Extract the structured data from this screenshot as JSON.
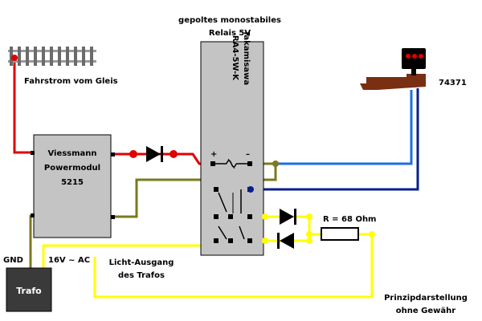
{
  "relay_title": {
    "line1": "gepoltes monostabiles",
    "line2": "Relais 5V"
  },
  "relay_part": {
    "line1": "Takamisawa",
    "line2": "RA4-5W-K"
  },
  "relay_plus": "+",
  "relay_minus": "–",
  "track_label": "Fahrstrom vom Gleis",
  "module": {
    "line1": "Viessmann",
    "line2": "Powermodul",
    "line3": "5215"
  },
  "signal_label": "74371",
  "resistor_label": "R = 68 Ohm",
  "gnd_label": "GND",
  "ac_label": "16V ~ AC",
  "light_output": {
    "line1": "Licht-Ausgang",
    "line2": "des Trafos"
  },
  "trafo_label": "Trafo",
  "principle": {
    "line1": "Prinzipdarstellung",
    "line2": "ohne Gewähr"
  },
  "colors": {
    "red": "#e00000",
    "olive": "#7a7a1e",
    "light_blue": "#1e6fe0",
    "dark_blue": "#0a1f8c",
    "yellow": "#ffff00",
    "box_gray": "#c4c4c4",
    "trafo_fill": "#3a3a3a",
    "signal_body": "#7a2e12"
  },
  "icons": [
    "track-icon",
    "signal-icon",
    "diode-icon",
    "resistor-icon",
    "relay-coil-icon",
    "relay-switch-icon"
  ]
}
